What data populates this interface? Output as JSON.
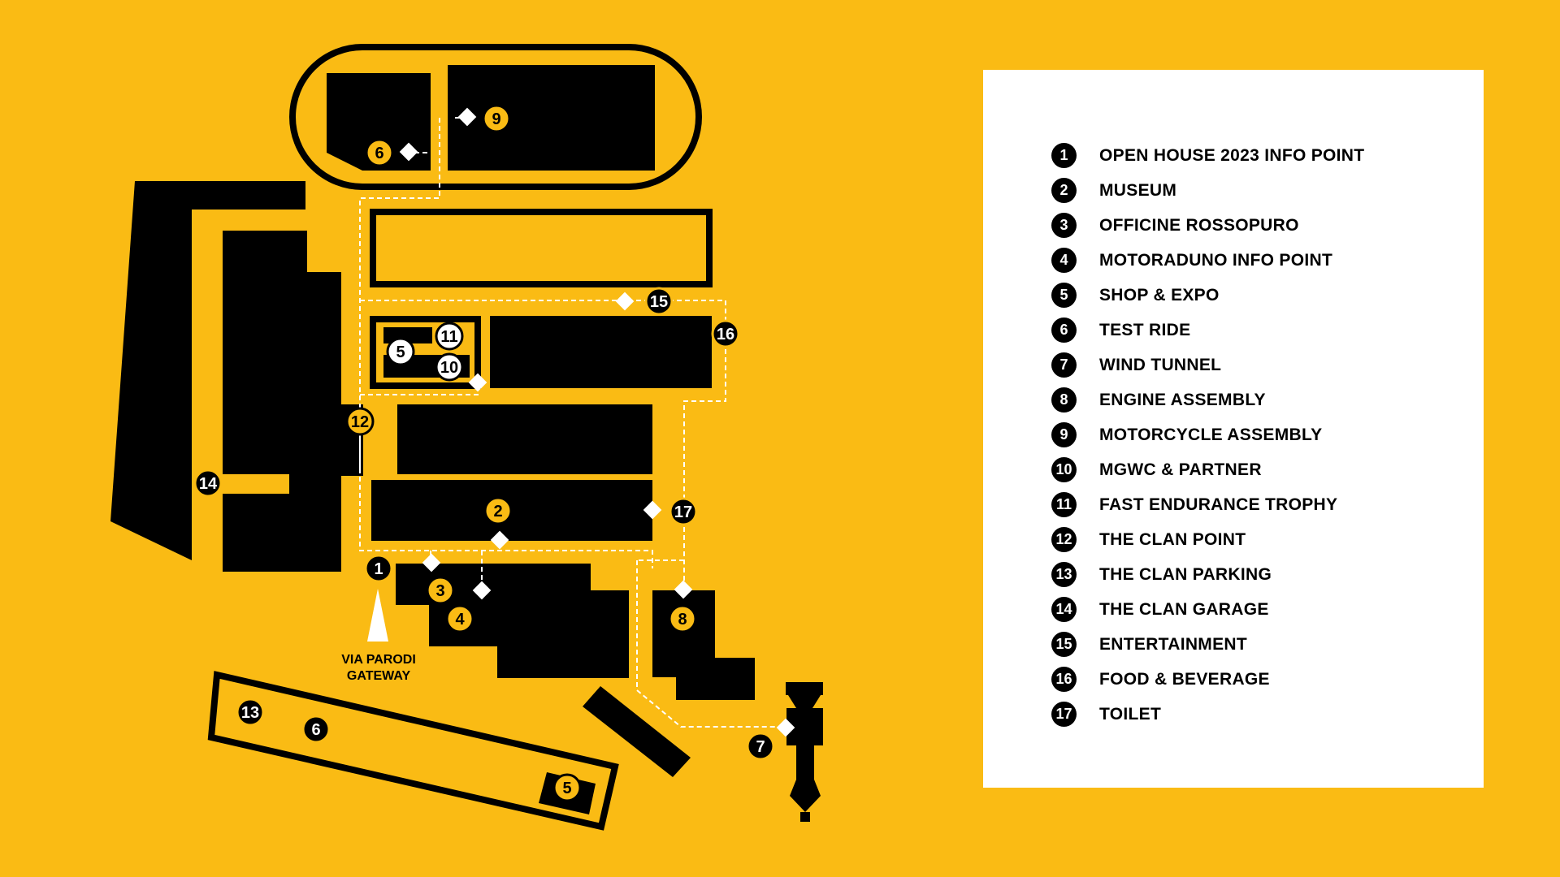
{
  "colors": {
    "background": "#FABB14",
    "building": "#000000",
    "marker_accent": "#FABB14",
    "panel": "#FFFFFF"
  },
  "gateway_label": {
    "line1": "VIA PARODI",
    "line2": "GATEWAY"
  },
  "markers": [
    {
      "num": "9",
      "style": "yellow"
    },
    {
      "num": "6",
      "style": "yellow"
    },
    {
      "num": "15",
      "style": "black"
    },
    {
      "num": "16",
      "style": "black"
    },
    {
      "num": "11",
      "style": "white"
    },
    {
      "num": "5",
      "style": "white"
    },
    {
      "num": "10",
      "style": "white"
    },
    {
      "num": "12",
      "style": "yellow"
    },
    {
      "num": "14",
      "style": "black"
    },
    {
      "num": "2",
      "style": "yellow"
    },
    {
      "num": "17",
      "style": "black"
    },
    {
      "num": "1",
      "style": "black"
    },
    {
      "num": "3",
      "style": "yellow"
    },
    {
      "num": "4",
      "style": "yellow"
    },
    {
      "num": "8",
      "style": "yellow"
    },
    {
      "num": "13",
      "style": "black"
    },
    {
      "num": "6",
      "style": "black"
    },
    {
      "num": "5",
      "style": "yellow"
    },
    {
      "num": "7",
      "style": "black"
    }
  ],
  "legend": [
    {
      "num": "1",
      "label": "OPEN HOUSE 2023 INFO POINT"
    },
    {
      "num": "2",
      "label": "MUSEUM"
    },
    {
      "num": "3",
      "label": "OFFICINE ROSSOPURO"
    },
    {
      "num": "4",
      "label": "MOTORADUNO INFO POINT"
    },
    {
      "num": "5",
      "label": "SHOP & EXPO"
    },
    {
      "num": "6",
      "label": "TEST RIDE"
    },
    {
      "num": "7",
      "label": "WIND TUNNEL"
    },
    {
      "num": "8",
      "label": "ENGINE ASSEMBLY"
    },
    {
      "num": "9",
      "label": "MOTORCYCLE ASSEMBLY"
    },
    {
      "num": "10",
      "label": "MGWC & PARTNER"
    },
    {
      "num": "11",
      "label": "FAST ENDURANCE TROPHY"
    },
    {
      "num": "12",
      "label": "THE CLAN POINT"
    },
    {
      "num": "13",
      "label": "THE CLAN PARKING"
    },
    {
      "num": "14",
      "label": "THE CLAN GARAGE"
    },
    {
      "num": "15",
      "label": "ENTERTAINMENT"
    },
    {
      "num": "16",
      "label": "FOOD & BEVERAGE"
    },
    {
      "num": "17",
      "label": "TOILET"
    }
  ]
}
